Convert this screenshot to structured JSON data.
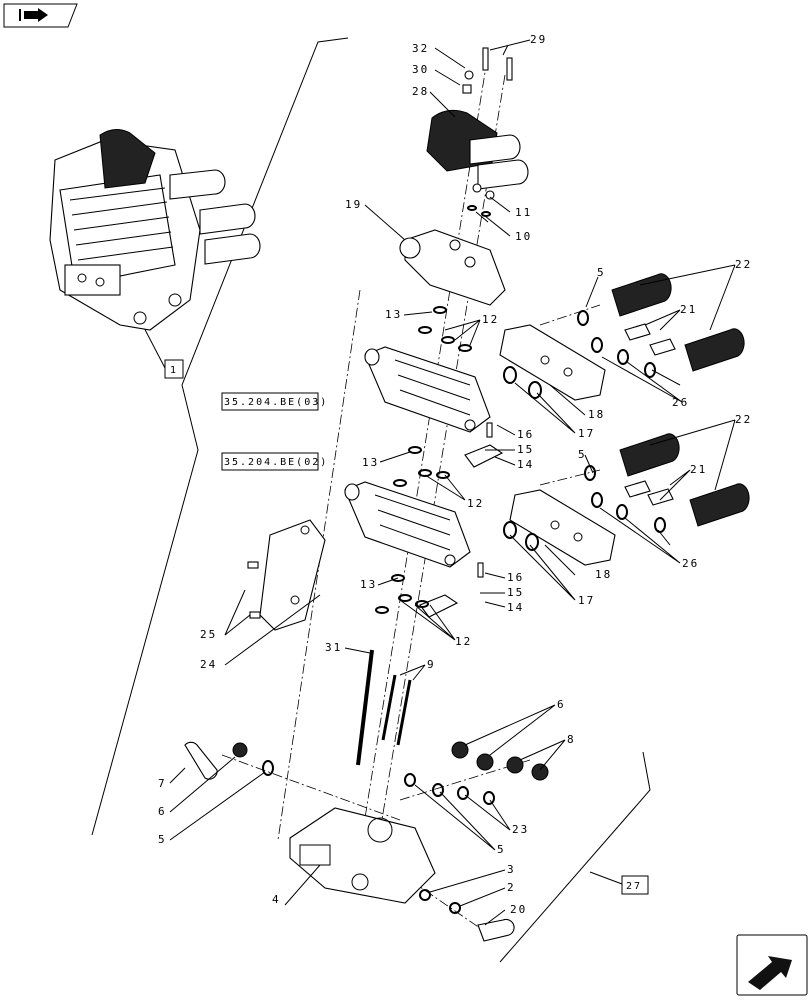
{
  "icons": {
    "top_left": "book-arrow-icon",
    "bottom_right": "next-page-arrow-icon"
  },
  "refs": {
    "r1": "1",
    "r27": "27",
    "r3": "35.204.BE(03)",
    "r2": "35.204.BE(02)"
  },
  "callouts": [
    "32",
    "30",
    "28",
    "29",
    "11",
    "10",
    "19",
    "5",
    "22",
    "21",
    "13",
    "12",
    "26",
    "18",
    "17",
    "16",
    "15",
    "14",
    "5",
    "22",
    "21",
    "13",
    "12",
    "26",
    "18",
    "17",
    "16",
    "15",
    "14",
    "25",
    "24",
    "13",
    "12",
    "31",
    "9",
    "6",
    "8",
    "7",
    "6",
    "5",
    "23",
    "5",
    "3",
    "2",
    "20",
    "4"
  ]
}
